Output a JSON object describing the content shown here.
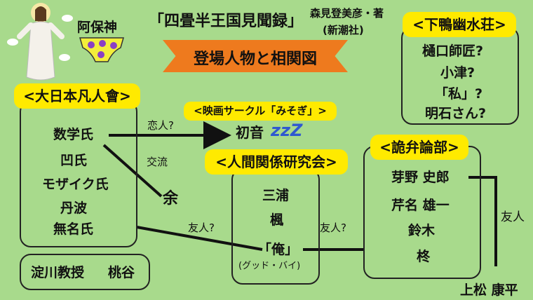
{
  "header": {
    "book_title": "「四畳半王国見聞録」",
    "author": "森見登美彦・著",
    "publisher": "(新潮社)",
    "banner": "登場人物と相関図",
    "deity": "阿保神"
  },
  "groups": {
    "dainihon": {
      "title": "<大日本凡人會>",
      "members": [
        "数学氏",
        "凹氏",
        "モザイク氏",
        "丹波",
        "無名氏"
      ]
    },
    "eiga": {
      "title": "<映画サークル「みそぎ」>",
      "member": "初音",
      "sleep": "zzZ"
    },
    "ningen": {
      "title": "<人間関係研究会>",
      "members": [
        "三浦",
        "楓"
      ],
      "ore": "「俺」",
      "ore_sub": "(グッド・バイ)"
    },
    "kiben": {
      "title": "<詭弁論部>",
      "members": [
        "芽野 史郎",
        "芹名 雄一",
        "鈴木",
        "柊"
      ]
    },
    "shimogamo": {
      "title": "<下鴨幽水荘>",
      "members": [
        "樋口師匠?",
        "小津?",
        "「私」?",
        "明石さん?"
      ]
    },
    "bottom_left": [
      "淀川教授",
      "桃谷"
    ]
  },
  "others": {
    "yo": "余",
    "uematsu": "上松 康平"
  },
  "relations": {
    "lover": "恋人?",
    "exchange": "交流",
    "friend_q1": "友人?",
    "friend_q2": "友人?",
    "friend": "友人"
  }
}
